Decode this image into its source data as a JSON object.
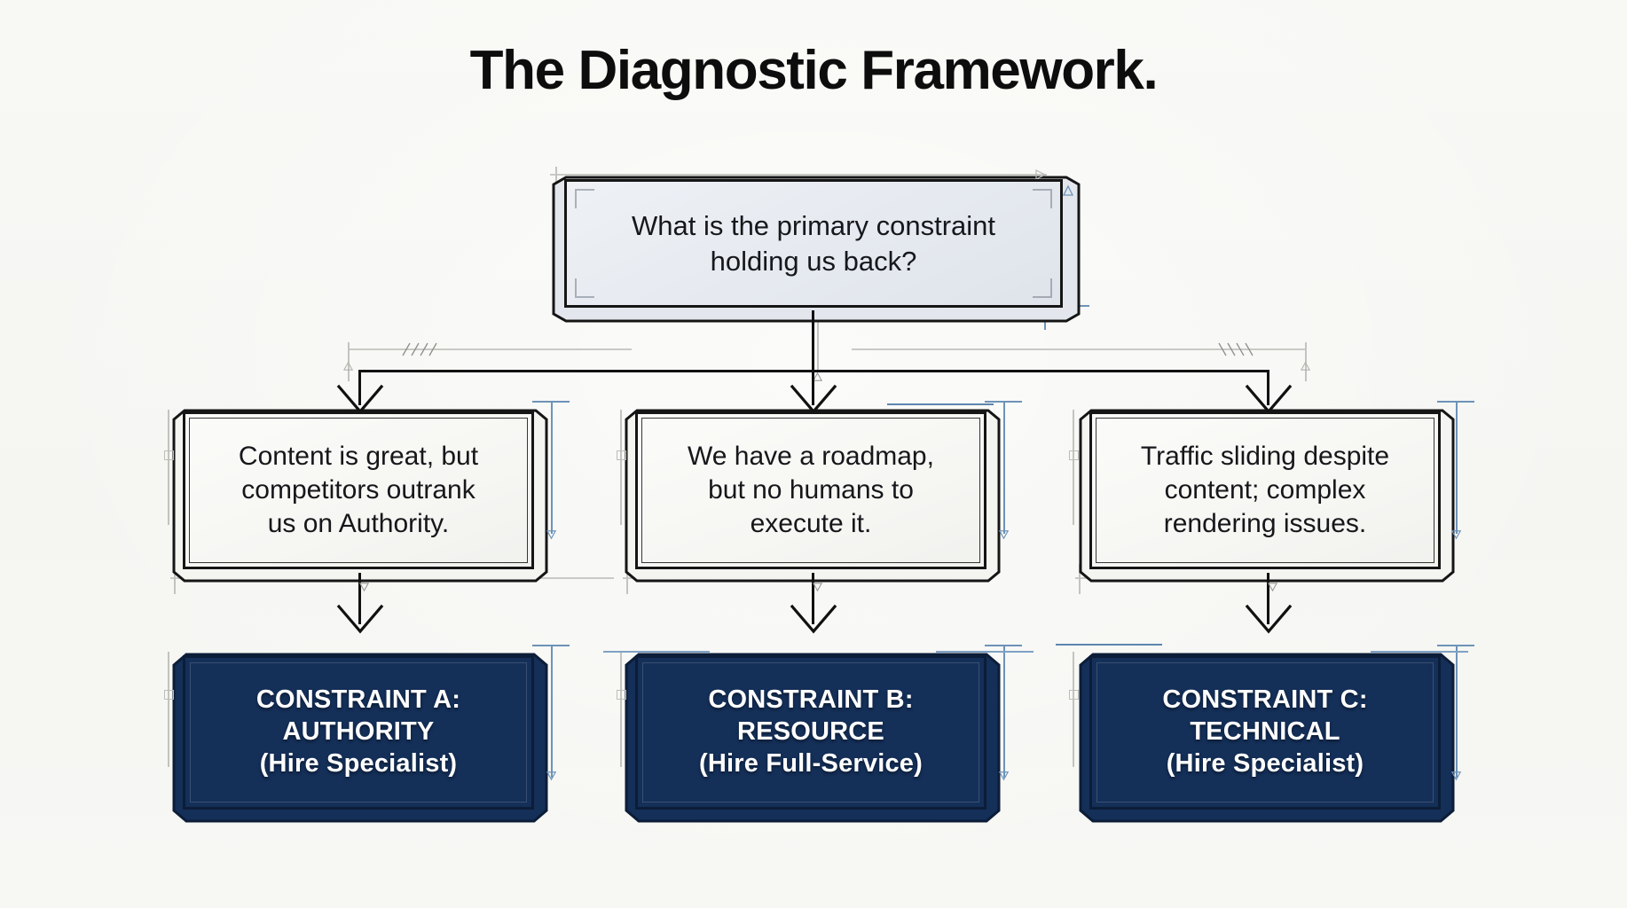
{
  "page": {
    "title": "The Diagnostic Framework.",
    "background_color": "#f7f7f4",
    "accent_blue": "#1f4680",
    "annotation_blue": "#6d93b8",
    "stroke_color": "#111111"
  },
  "diagram": {
    "type": "decision-tree-flowchart",
    "root": {
      "id": "root-question",
      "text": "What is the primary constraint holding us back?",
      "line1": "What is the primary constraint",
      "line2": "holding us back?",
      "fill": "#e7ebf1"
    },
    "branches": [
      {
        "id": "branch-a",
        "symptom": {
          "text": "Content is great, but competitors outrank us on Authority.",
          "line1": "Content is great, but",
          "line2": "competitors outrank",
          "line3": "us on Authority."
        },
        "constraint": {
          "heading": "CONSTRAINT A:",
          "category": "AUTHORITY",
          "action": "(Hire Specialist)",
          "fill": "#1f4680"
        }
      },
      {
        "id": "branch-b",
        "symptom": {
          "text": "We have a roadmap, but no humans to execute it.",
          "line1": "We have a roadmap,",
          "line2": "but no humans to",
          "line3": "execute it."
        },
        "constraint": {
          "heading": "CONSTRAINT B:",
          "category": "RESOURCE",
          "action": "(Hire Full-Service)",
          "fill": "#1f4680"
        }
      },
      {
        "id": "branch-c",
        "symptom": {
          "text": "Traffic sliding despite content; complex rendering issues.",
          "line1": "Traffic sliding despite",
          "line2": "content; complex",
          "line3": "rendering issues."
        },
        "constraint": {
          "heading": "CONSTRAINT C:",
          "category": "TECHNICAL",
          "action": "(Hire Specialist)",
          "fill": "#1f4680"
        }
      }
    ]
  }
}
